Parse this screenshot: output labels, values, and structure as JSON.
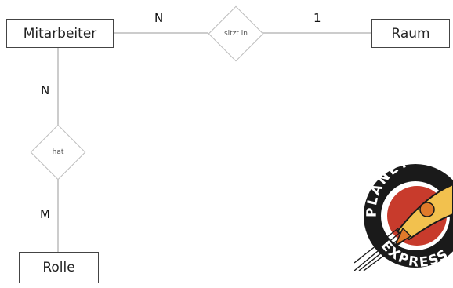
{
  "diagram": {
    "entities": {
      "mitarbeiter": "Mitarbeiter",
      "raum": "Raum",
      "rolle": "Rolle"
    },
    "relationships": {
      "sitzt_in": "sitzt in",
      "hat": "hat"
    },
    "cardinalities": {
      "mitarbeiter_sitzt_in": "N",
      "raum_sitzt_in": "1",
      "mitarbeiter_hat": "N",
      "rolle_hat": "M"
    }
  },
  "logo": {
    "text": "PLANET EXPRESS",
    "colors": {
      "ring": "#1a1a1a",
      "planet": "#c83b2c",
      "ship": "#f2c14e",
      "ship_shade": "#e07a2a"
    }
  }
}
